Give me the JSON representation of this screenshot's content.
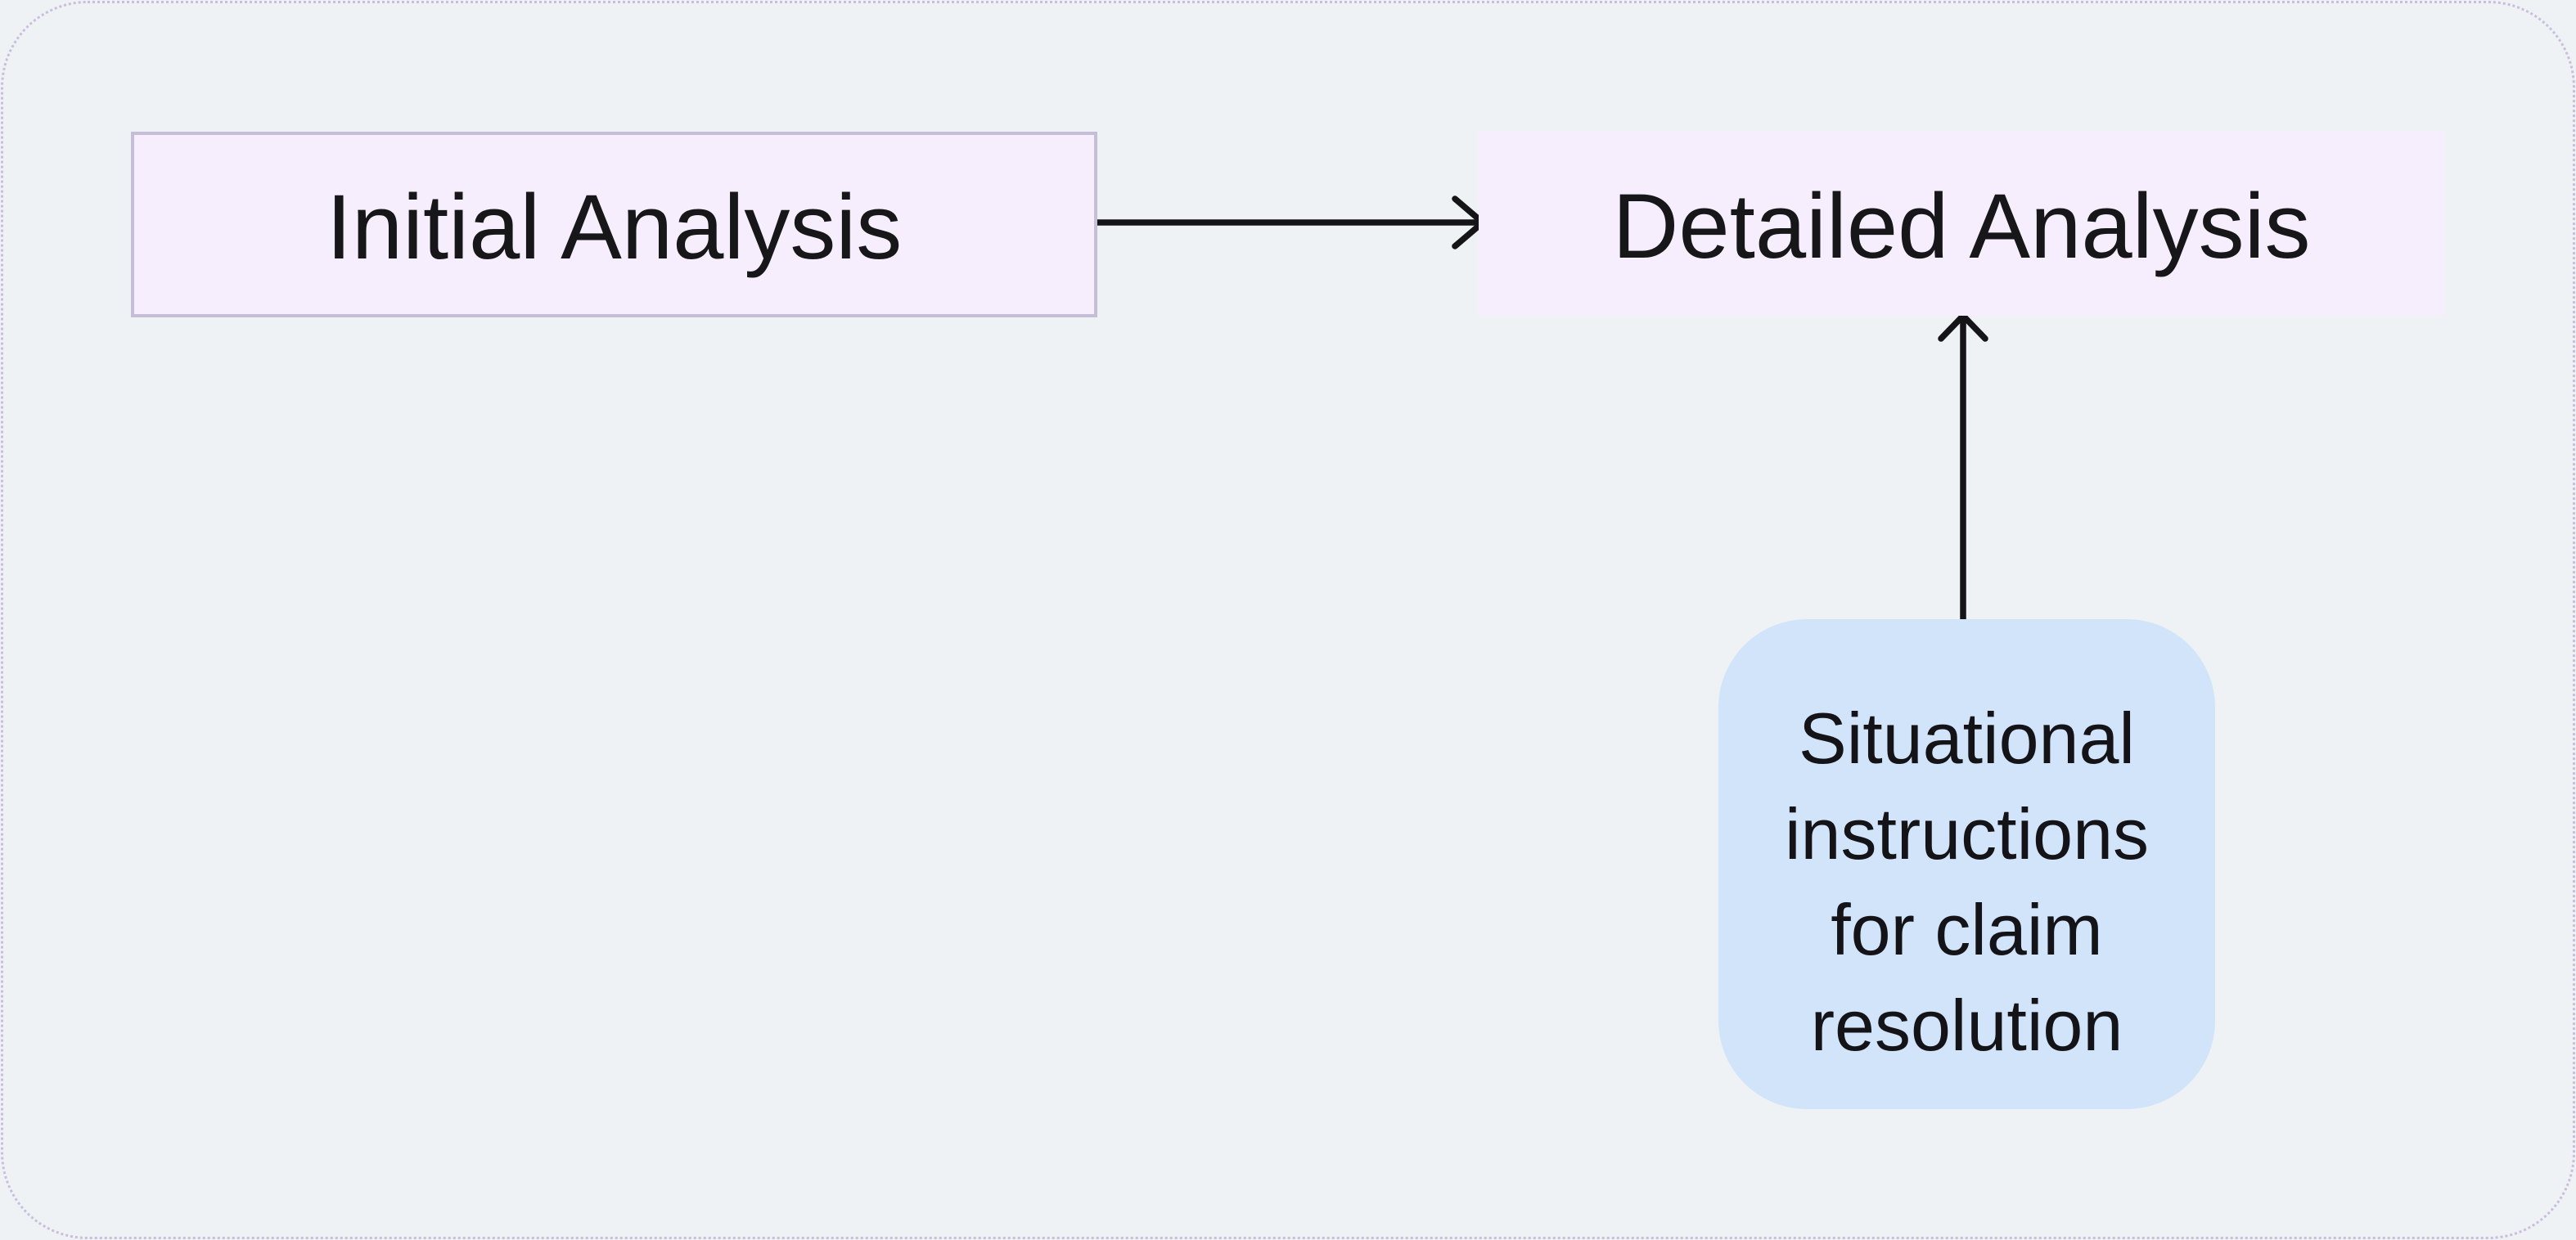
{
  "diagram": {
    "canvas": {
      "background_color": "#eef2f5",
      "dotted_border_color": "#c9bedd"
    },
    "nodes": {
      "initial": {
        "label": "Initial Analysis",
        "fill": "#f6eefc",
        "border_color": "#c6bdd6"
      },
      "detailed": {
        "label": "Detailed Analysis",
        "fill": "#f6eefc"
      },
      "situational": {
        "label": "Situational instructions for claim resolution",
        "lines": [
          "Situational",
          "instructions",
          "for claim",
          "resolution"
        ],
        "fill": "#d2e4f9"
      }
    },
    "arrows": {
      "color": "#151517"
    }
  }
}
